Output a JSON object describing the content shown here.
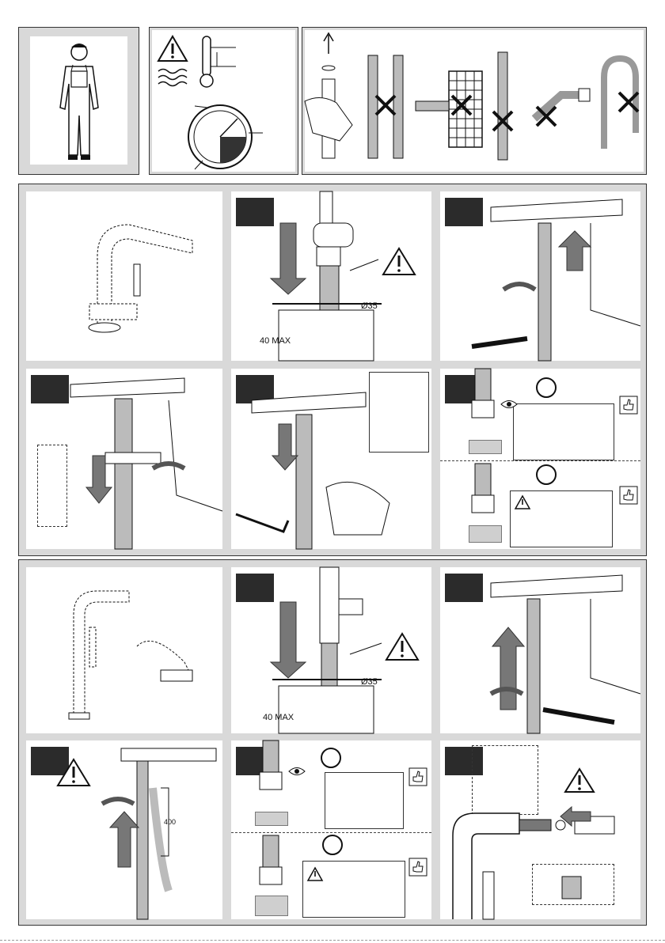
{
  "labels": {
    "depth_max_1": "40 MAX",
    "diameter_1": "Ø35",
    "depth_max_2": "40 MAX",
    "diameter_2": "Ø35",
    "hose_length": "400"
  },
  "icons": {
    "warning": "warning-triangle-icon",
    "thermometer": "thermometer-icon",
    "rotate": "rotate-arrow-icon",
    "wrench": "wrench-icon",
    "thumbs_up": "thumbs-up-icon",
    "eye": "eye-icon",
    "cross": "cross-mark-icon"
  },
  "colors": {
    "panel_bg": "#d9d9d9",
    "step_box": "#2b2b2b",
    "arrow": "#7a7a7a"
  }
}
